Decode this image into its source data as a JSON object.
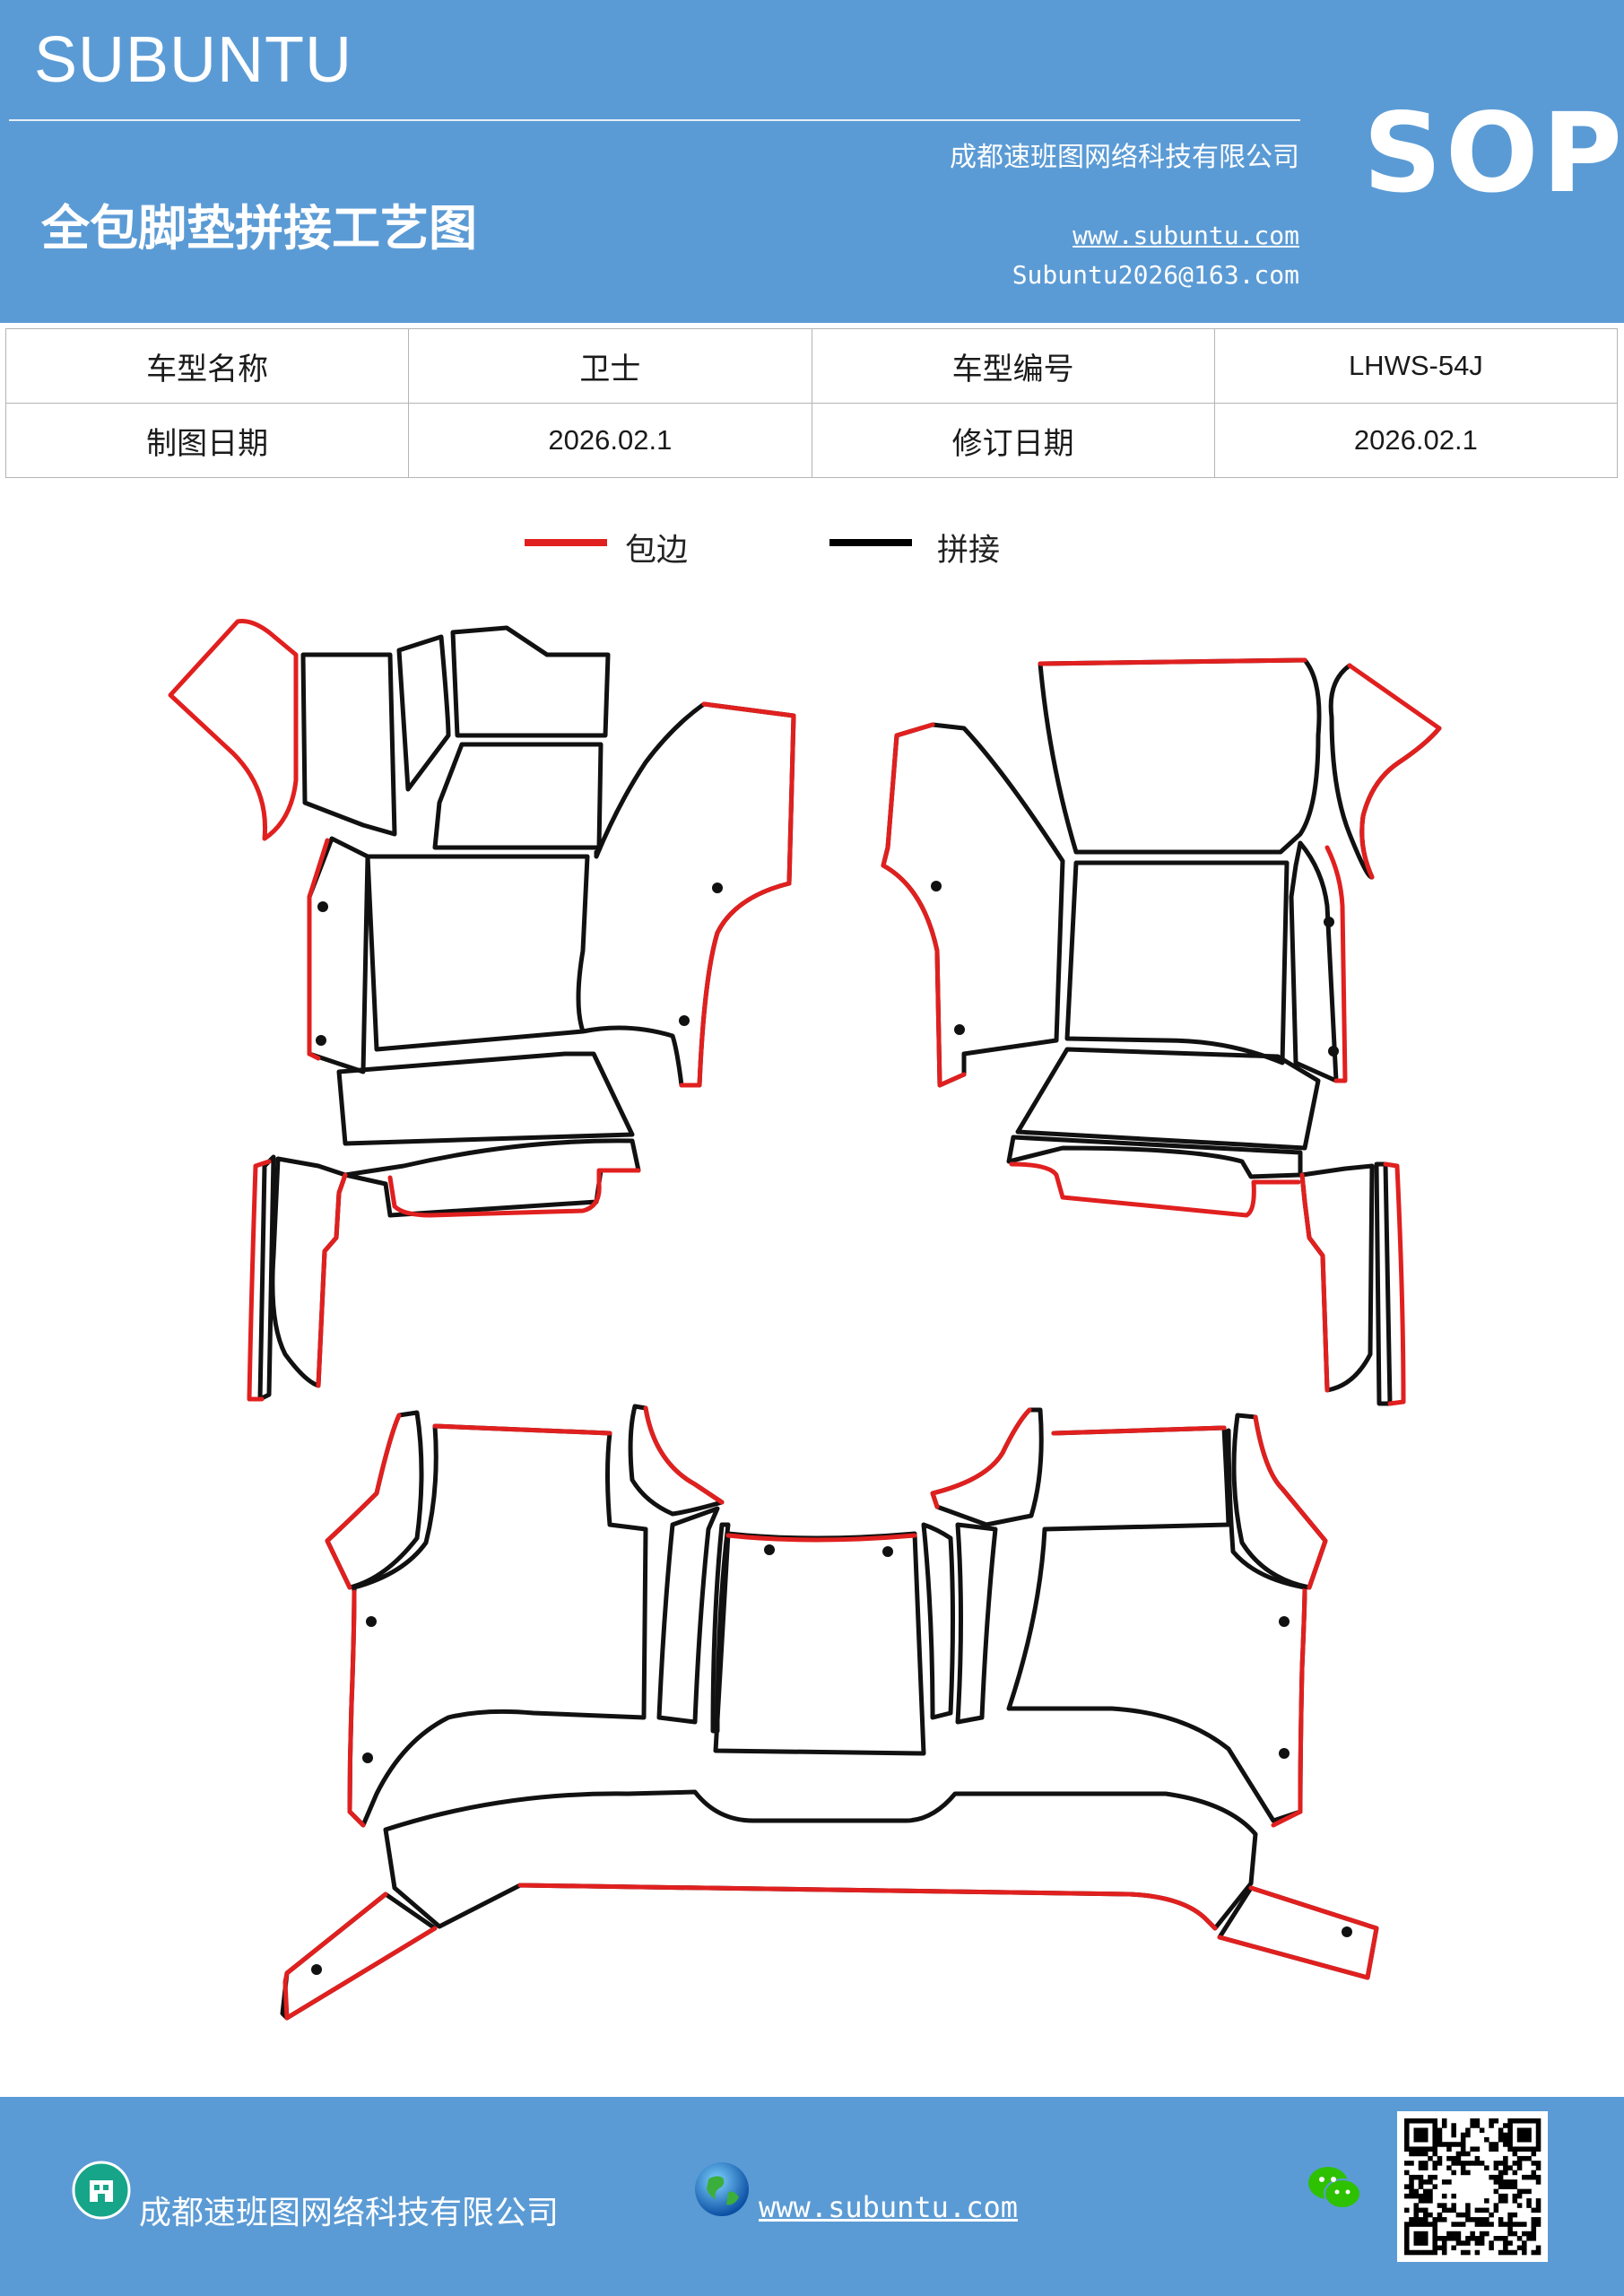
{
  "header": {
    "brand": "SUBUNTU",
    "sop": "SOP",
    "company": "成都速班图网络科技有限公司",
    "title": "全包脚垫拼接工艺图",
    "website": "www.subuntu.com",
    "email": "Subuntu2026@163.com"
  },
  "info": {
    "rows": [
      [
        {
          "text": "车型名称",
          "kind": "label"
        },
        {
          "text": "卫士",
          "kind": "label"
        },
        {
          "text": "车型编号",
          "kind": "label"
        },
        {
          "text": "LHWS-54J",
          "kind": "value"
        }
      ],
      [
        {
          "text": "制图日期",
          "kind": "label"
        },
        {
          "text": "2026.02.1",
          "kind": "value"
        },
        {
          "text": "修订日期",
          "kind": "label"
        },
        {
          "text": "2026.02.1",
          "kind": "value"
        }
      ]
    ]
  },
  "legend": {
    "items": [
      {
        "label": "包边",
        "color": "#e0201f"
      },
      {
        "label": "拼接",
        "color": "#000000"
      }
    ]
  },
  "colors": {
    "edge": "#e0201f",
    "seam": "#111111",
    "brand_blue": "#5b9bd5"
  },
  "footer": {
    "company": "成都速班图网络科技有限公司",
    "website": "www.subuntu.com",
    "company_icon": "building-icon",
    "web_icon": "globe-icon",
    "wechat_icon": "wechat-icon",
    "qr_label": "qr-code"
  }
}
